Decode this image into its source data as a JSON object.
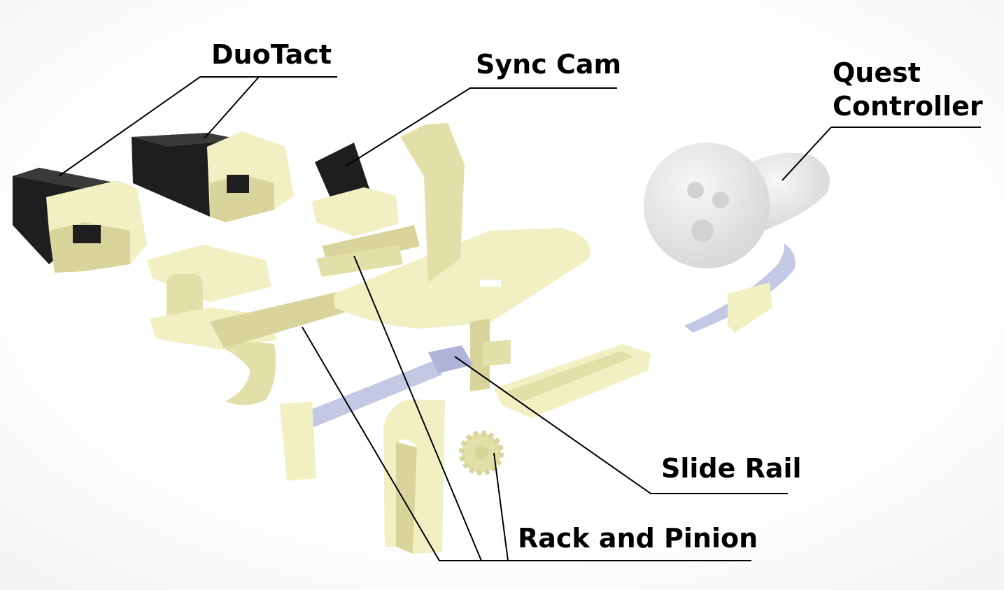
{
  "labels": {
    "duotact": "DuoTact",
    "sync_cam": "Sync Cam",
    "quest_line1": "Quest",
    "quest_line2": "Controller",
    "slide_rail": "Slide Rail",
    "rack_and_pinion": "Rack and Pinion"
  },
  "colors": {
    "plastic": "#f2efc2",
    "plastic_shade": "#d9d49c",
    "plastic_dark": "#bdb67a",
    "sensor_black": "#1e1e1e",
    "rail_blue": "#c3c8e4",
    "controller_white": "#ececec",
    "leader_line": "#000000"
  }
}
